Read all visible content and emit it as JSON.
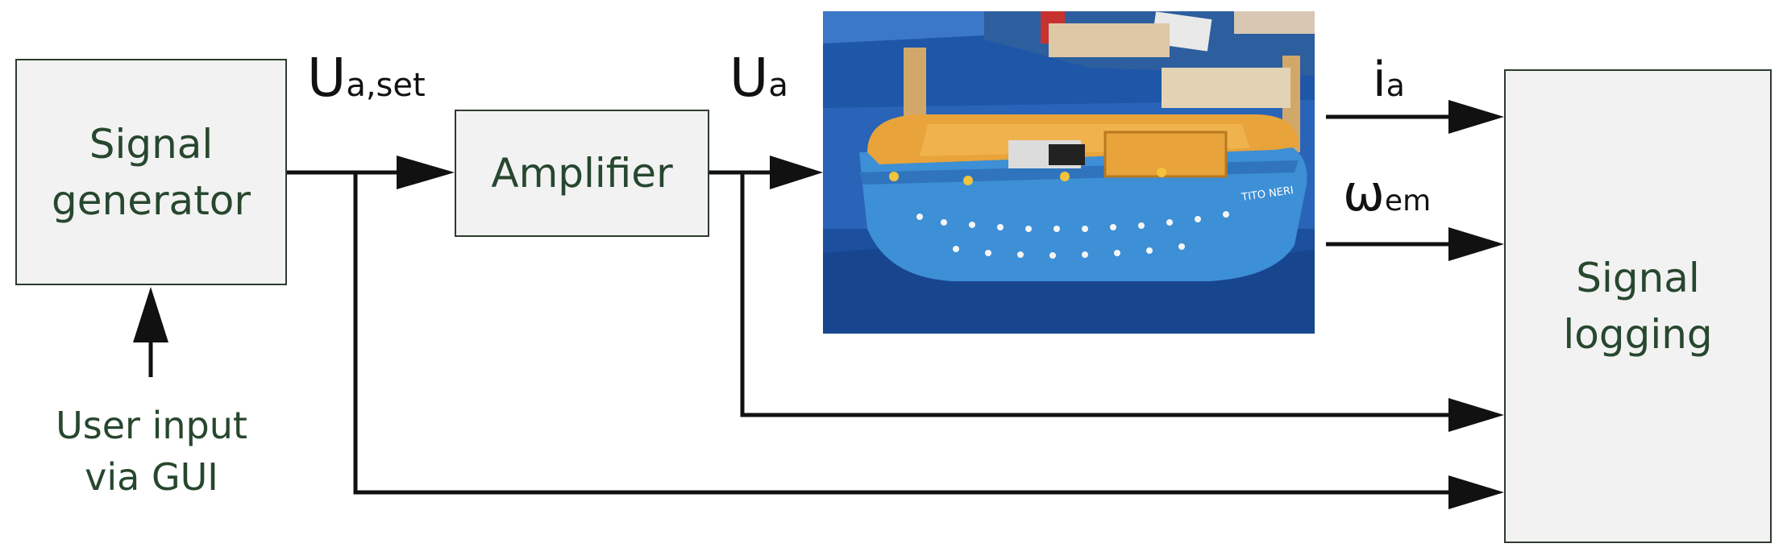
{
  "blocks": {
    "signal_generator": "Signal\ngenerator",
    "amplifier": "Amplifier",
    "signal_logging": "Signal\nlogging"
  },
  "user_input": "User input\nvia GUI",
  "signals": {
    "u_a_set": {
      "main": "U",
      "sub": "a,set"
    },
    "u_a": {
      "main": "U",
      "sub": "a"
    },
    "i_a": {
      "main": "i",
      "sub": "a"
    },
    "omega_em": {
      "main": "ω",
      "sub": "em"
    }
  },
  "photo": {
    "hull_text": "TITO NERI"
  },
  "colors": {
    "box_fill": "#f2f2f2",
    "box_text": "#27472e",
    "line": "#111111",
    "hull": "#3d8fd6",
    "deck": "#e8a33a",
    "water": "#1f5fb0"
  }
}
